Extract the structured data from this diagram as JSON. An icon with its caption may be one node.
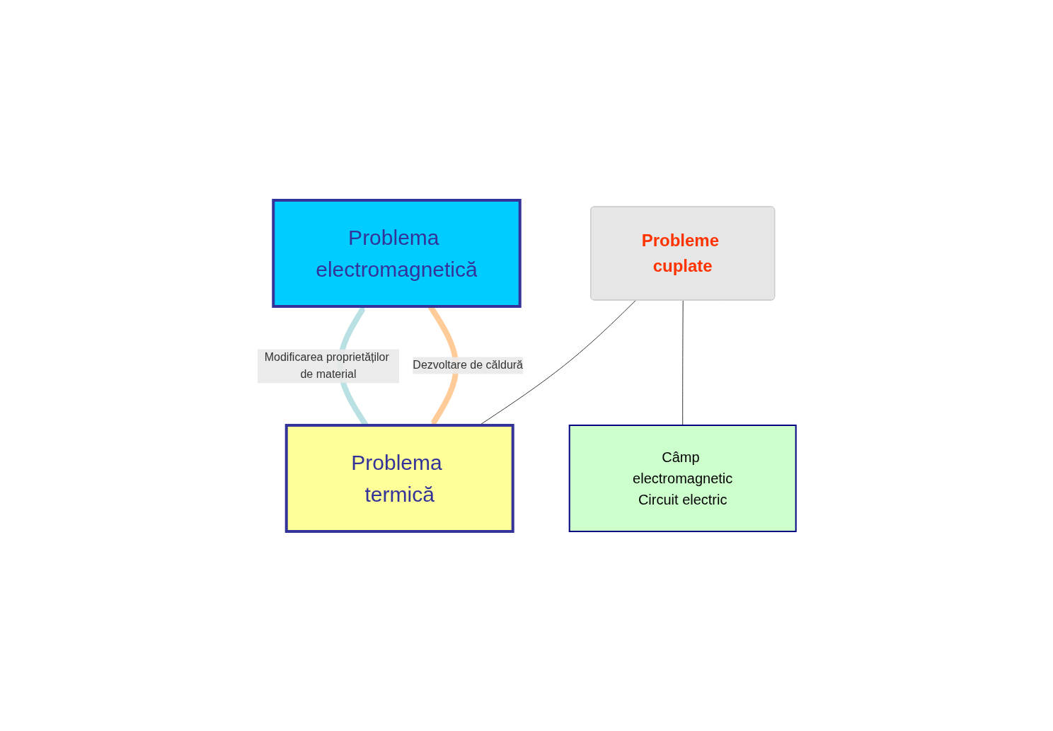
{
  "diagram": {
    "nodes": [
      {
        "text": [
          "Problema electromagnetică"
        ]
      },
      {
        "text": [
          "Câmp electromagnetic",
          "Circuit electric"
        ]
      },
      {
        "text": [
          "Problema termică"
        ]
      },
      {
        "text": [
          "Probleme cuplate"
        ]
      }
    ],
    "edges": [
      {
        "from": 0,
        "to": 2,
        "arrow": "to",
        "label": "Dezvoltare de căldură",
        "style": "thick",
        "color": "#ffcc99"
      },
      {
        "from": 2,
        "to": 0,
        "arrow": "to",
        "label": "Modificarea proprietăților de material",
        "style": "thick",
        "color": "#b9e0e3"
      },
      {
        "from": 3,
        "to": 1,
        "arrow": "none"
      },
      {
        "from": 3,
        "to": 2,
        "arrow": "none"
      }
    ]
  }
}
